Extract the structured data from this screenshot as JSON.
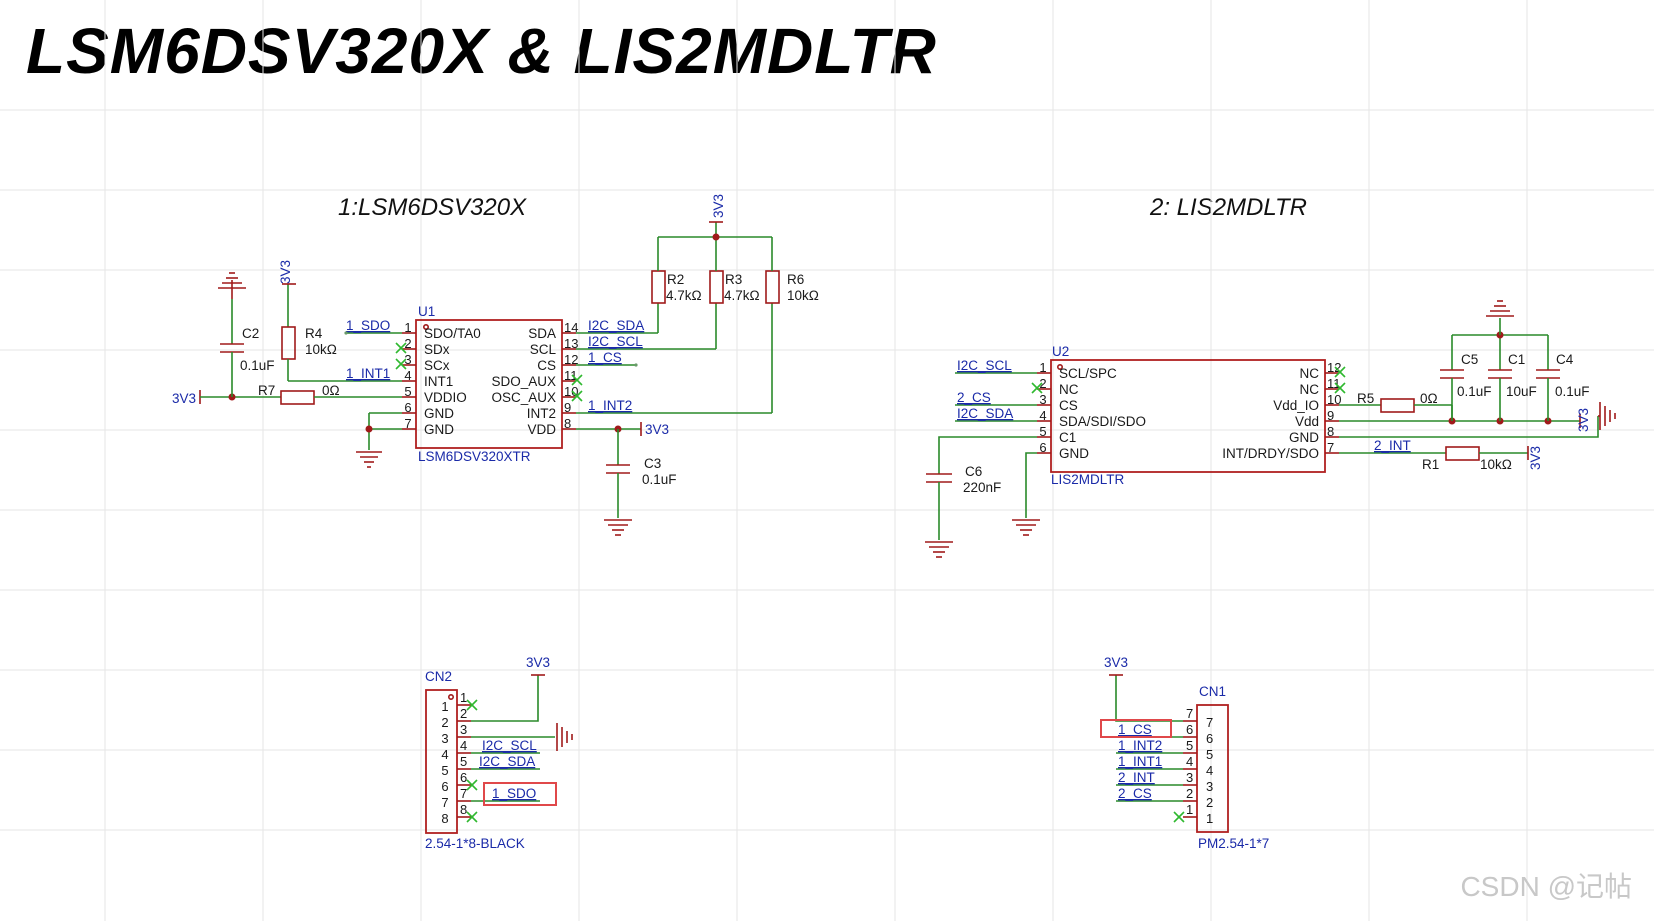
{
  "title": "LSM6DSV320X & LIS2MDLTR",
  "sections": {
    "left": "1:LSM6DSV320X",
    "right": "2: LIS2MDLTR"
  },
  "u1": {
    "ref": "U1",
    "part": "LSM6DSV320XTR",
    "left_pins": [
      {
        "num": "1",
        "name": "SDO/TA0"
      },
      {
        "num": "2",
        "name": "SDx"
      },
      {
        "num": "3",
        "name": "SCx"
      },
      {
        "num": "4",
        "name": "INT1"
      },
      {
        "num": "5",
        "name": "VDDIO"
      },
      {
        "num": "6",
        "name": "GND"
      },
      {
        "num": "7",
        "name": "GND"
      }
    ],
    "right_pins": [
      {
        "num": "14",
        "name": "SDA"
      },
      {
        "num": "13",
        "name": "SCL"
      },
      {
        "num": "12",
        "name": "CS"
      },
      {
        "num": "11",
        "name": "SDO_AUX"
      },
      {
        "num": "10",
        "name": "OSC_AUX"
      },
      {
        "num": "9",
        "name": "INT2"
      },
      {
        "num": "8",
        "name": "VDD"
      }
    ]
  },
  "u2": {
    "ref": "U2",
    "part": "LIS2MDLTR",
    "left_pins": [
      {
        "num": "1",
        "name": "SCL/SPC"
      },
      {
        "num": "2",
        "name": "NC"
      },
      {
        "num": "3",
        "name": "CS"
      },
      {
        "num": "4",
        "name": "SDA/SDI/SDO"
      },
      {
        "num": "5",
        "name": "C1"
      },
      {
        "num": "6",
        "name": "GND"
      }
    ],
    "right_pins": [
      {
        "num": "12",
        "name": "NC"
      },
      {
        "num": "11",
        "name": "NC"
      },
      {
        "num": "10",
        "name": "Vdd_IO"
      },
      {
        "num": "9",
        "name": "Vdd"
      },
      {
        "num": "8",
        "name": "GND"
      },
      {
        "num": "7",
        "name": "INT/DRDY/SDO"
      }
    ]
  },
  "components": {
    "c2": {
      "ref": "C2",
      "value": "0.1uF"
    },
    "r4": {
      "ref": "R4",
      "value": "10kΩ"
    },
    "r7": {
      "ref": "R7",
      "value": "0Ω"
    },
    "c3": {
      "ref": "C3",
      "value": "0.1uF"
    },
    "r2": {
      "ref": "R2",
      "value": "4.7kΩ"
    },
    "r3": {
      "ref": "R3",
      "value": "4.7kΩ"
    },
    "r6": {
      "ref": "R6",
      "value": "10kΩ"
    },
    "c6": {
      "ref": "C6",
      "value": "220nF"
    },
    "r5": {
      "ref": "R5",
      "value": "0Ω"
    },
    "c5": {
      "ref": "C5",
      "value": "0.1uF"
    },
    "c1": {
      "ref": "C1",
      "value": "10uF"
    },
    "c4": {
      "ref": "C4",
      "value": "0.1uF"
    },
    "r1": {
      "ref": "R1",
      "value": "10kΩ"
    }
  },
  "power": "3V3",
  "nets": {
    "sdo": "1_SDO",
    "int1": "1_INT1",
    "i2c_sda": "I2C_SDA",
    "i2c_scl": "I2C_SCL",
    "cs1": "1_CS",
    "int2": "1_INT2",
    "cs2": "2_CS",
    "int_2": "2_INT"
  },
  "cn2": {
    "ref": "CN2",
    "part": "2.54-1*8-BLACK",
    "pins": [
      "1",
      "2",
      "3",
      "4",
      "5",
      "6",
      "7",
      "8"
    ]
  },
  "cn1": {
    "ref": "CN1",
    "part": "PM2.54-1*7",
    "pins": [
      "7",
      "6",
      "5",
      "4",
      "3",
      "2",
      "1"
    ]
  },
  "watermark": "CSDN @记帖",
  "colors": {
    "wire": "#2a8a2a",
    "component": "#a01a1a",
    "net_label": "#1a2aa8",
    "highlight": "#e0484a",
    "no_connect": "#2fb82f"
  }
}
